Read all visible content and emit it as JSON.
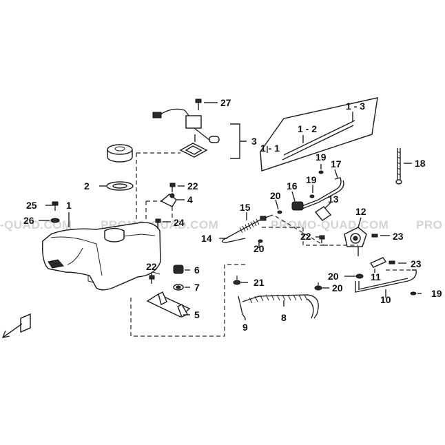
{
  "watermark": {
    "segments": [
      "-QUAD.COM",
      "PROMO-QUAD.COM",
      "PROMO-QUAD.COM",
      "PRO"
    ]
  },
  "callouts": {
    "c1": "1",
    "c1_1": "1 - 1",
    "c1_2": "1 - 2",
    "c1_3": "1 - 3",
    "c2": "2",
    "c3": "3",
    "c4": "4",
    "c5": "5",
    "c6": "6",
    "c7": "7",
    "c8": "8",
    "c9": "9",
    "c10": "10",
    "c11": "11",
    "c12": "12",
    "c13": "13",
    "c14": "14",
    "c15": "15",
    "c16": "16",
    "c17": "17",
    "c18": "18",
    "c19a": "19",
    "c19b": "19",
    "c19c": "19",
    "c20a": "20",
    "c20b": "20",
    "c20c": "20",
    "c20d": "20",
    "c21": "21",
    "c22a": "22",
    "c22b": "22",
    "c22c": "22",
    "c23a": "23",
    "c23b": "23",
    "c24": "24",
    "c25": "25",
    "c26": "26",
    "c27": "27"
  },
  "icons": {
    "front_arrow": "front-direction-icon"
  }
}
